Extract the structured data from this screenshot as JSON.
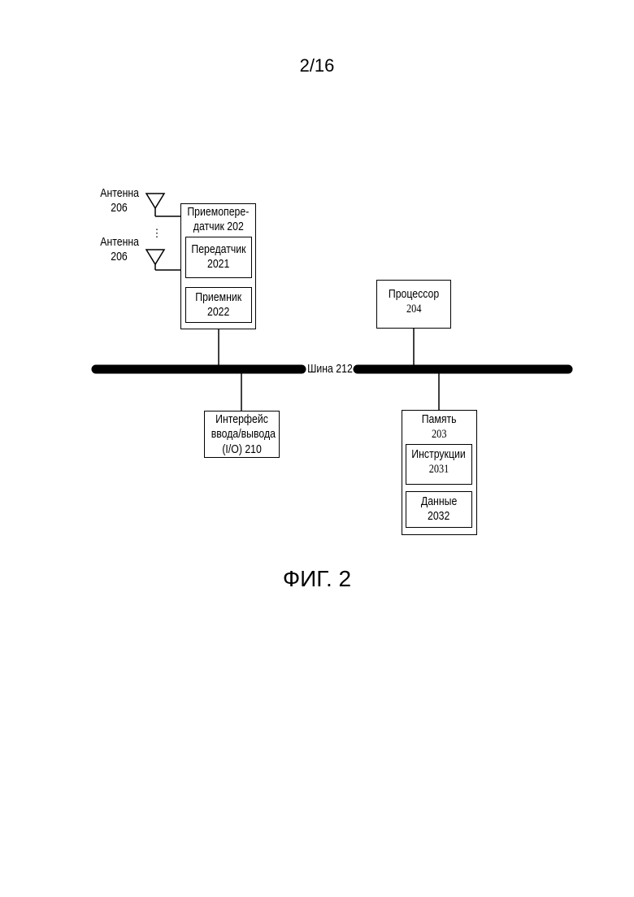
{
  "page_number": "2/16",
  "figure_caption": "ФИГ. 2",
  "antenna_top": {
    "line1": "Антенна",
    "line2": "206"
  },
  "antenna_bottom": {
    "line1": "Антенна",
    "line2": "206"
  },
  "ellipsis": "⋮",
  "transceiver": {
    "line1": "Приемопере-",
    "line2": "датчик 202",
    "transmitter": {
      "line1": "Передатчик",
      "line2": "2021"
    },
    "receiver": {
      "line1": "Приемник",
      "line2": "2022"
    }
  },
  "processor": {
    "line1": "Процессор",
    "line2": "204"
  },
  "bus": {
    "label": "Шина 212"
  },
  "io_interface": {
    "line1": "Интерфейс",
    "line2": "ввода/вывода",
    "line3": "(I/O) 210"
  },
  "memory": {
    "line1": "Память",
    "line2": "203",
    "instructions": {
      "line1": "Инструкции",
      "line2": "2031"
    },
    "data": {
      "line1": "Данные",
      "line2": "2032"
    }
  }
}
